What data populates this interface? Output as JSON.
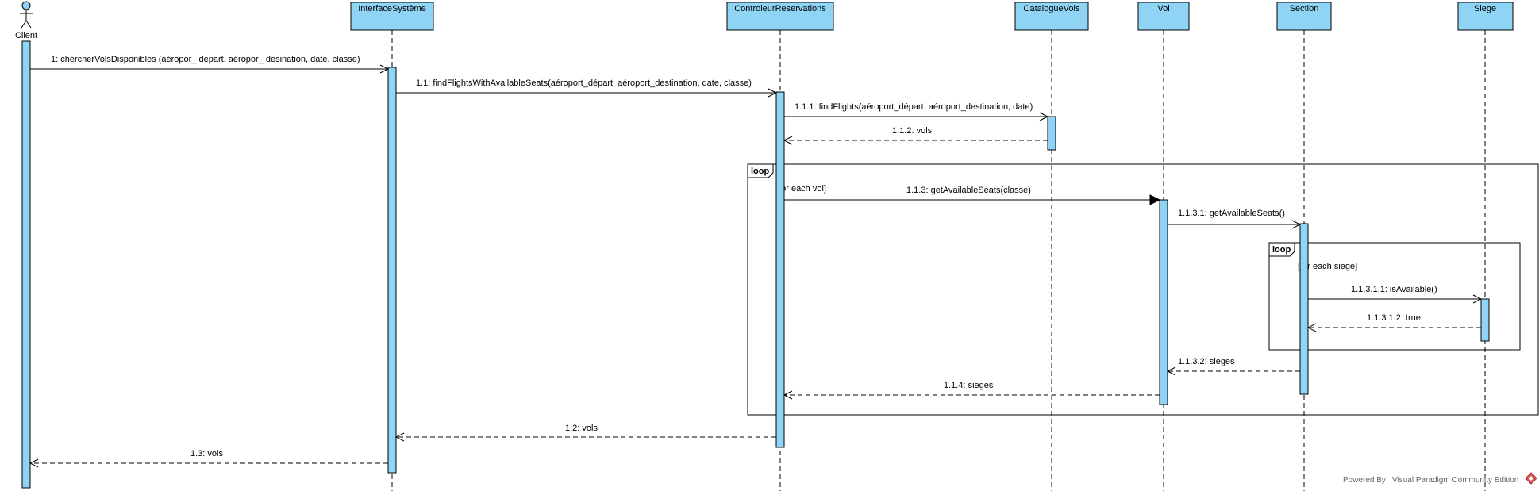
{
  "diagram": {
    "actor": {
      "name": "Client"
    },
    "lifelines": [
      {
        "name": "InterfaceSystème"
      },
      {
        "name": "ControleurReservations"
      },
      {
        "name": "CatalogueVols"
      },
      {
        "name": "Vol"
      },
      {
        "name": "Section"
      },
      {
        "name": "Siege"
      }
    ],
    "messages": [
      {
        "label": "1: chercherVolsDisponibles (aéropor_ départ, aéropor_ desination, date, classe)",
        "type": "sync"
      },
      {
        "label": "1.1: findFlightsWithAvailableSeats(aéroport_départ, aéroport_destination, date, classe)",
        "type": "sync"
      },
      {
        "label": "1.1.1: findFlights(aéroport_départ, aéroport_destination, date)",
        "type": "sync"
      },
      {
        "label": "1.1.2: vols",
        "type": "return"
      },
      {
        "label": "1.1.3: getAvailableSeats(classe)",
        "type": "sync"
      },
      {
        "label": "1.1.3.1: getAvailableSeats()",
        "type": "sync"
      },
      {
        "label": "1.1.3.1.1: isAvailable()",
        "type": "sync"
      },
      {
        "label": "1.1.3.1.2: true",
        "type": "return"
      },
      {
        "label": "1.1.3.2: sieges",
        "type": "return"
      },
      {
        "label": "1.1.4: sieges",
        "type": "return"
      },
      {
        "label": "1.2: vols",
        "type": "return"
      },
      {
        "label": "1.3: vols",
        "type": "return"
      }
    ],
    "fragments": [
      {
        "operator": "loop",
        "guard": "[for each vol]"
      },
      {
        "operator": "loop",
        "guard": "[for each siege]"
      }
    ],
    "footer": {
      "powered_by": "Powered By",
      "product": "Visual Paradigm Community Edition"
    }
  }
}
